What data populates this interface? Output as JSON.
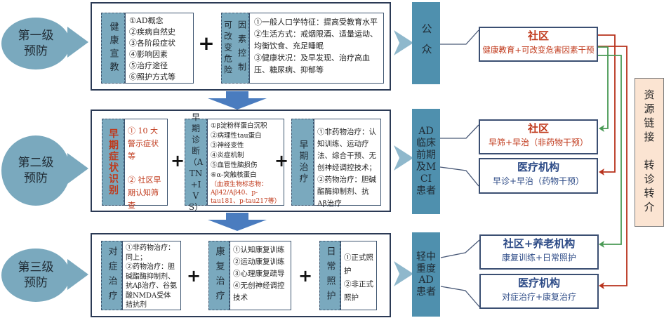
{
  "levels": [
    {
      "name": "第一级\n预防",
      "line1": "第一级",
      "line2": "预防",
      "blocks": [
        {
          "label": "健康宣教",
          "items": [
            "①AD概念",
            "②疾病自然史",
            "③各阶段症状",
            "④影响因素",
            "⑤治疗途径",
            "⑥照护方式等"
          ]
        },
        {
          "label_col1": "可改变危险",
          "label_col2": "因素控制",
          "items": [
            "①一般人口学特征：提高受教育水平",
            "②生活方式：戒烟限酒、适量运动、均衡饮食、充足睡眠",
            "③健康状况：及早发现、治疗高血压、糖尿病、抑郁等"
          ]
        }
      ],
      "target": "公众"
    },
    {
      "line1": "第二级",
      "line2": "预防",
      "blocks": [
        {
          "label": "早期症状识别",
          "items": [
            "① 10 大警示症状等",
            "② 社区早期认知筛查"
          ]
        },
        {
          "label": "早期诊断（ATN+IVS）",
          "items": [
            "①β淀粉样蛋白沉积",
            "②病理性tau蛋白",
            "③神经变性",
            "④炎症机制",
            "⑤血管性脑损伤",
            "⑥α-突触核蛋白"
          ],
          "note": "（血液生物标志物：Aβ42/Aβ40、p-tau181、p-tau217等）"
        },
        {
          "label": "早期治疗",
          "items": [
            "①非药物治疗：认知训练、运动疗法、综合干预、无创神经调控技术；",
            "②药物治疗：胆碱酯酶抑制剂、抗Aβ治疗"
          ]
        }
      ],
      "target": "AD临床前期及MCI患者"
    },
    {
      "line1": "第三级",
      "line2": "预防",
      "blocks": [
        {
          "label": "对症治疗",
          "items": [
            "①非药物治疗：同上；",
            "②药物治疗：胆碱酯酶抑制剂、抗Aβ治疗、谷氨酸NMDA受体拮抗剂"
          ]
        },
        {
          "label": "康复治疗",
          "items": [
            "①认知康复训练",
            "②运动康复训练",
            "③心理康复疏导",
            "④无创神经调控技术"
          ]
        },
        {
          "label": "日常照护",
          "items": [
            "①正式照护",
            "②非正式照护"
          ]
        }
      ],
      "target": "轻中重度AD患者"
    }
  ],
  "destinations": [
    {
      "title": "社区",
      "subtitle": "健康教育+可改变危害因素干预",
      "style": "orange"
    },
    {
      "title": "社区",
      "subtitle": "早筛+早治（非药物干预）",
      "style": "orange"
    },
    {
      "title": "医疗机构",
      "subtitle": "早诊+早治（药物干预）",
      "style": "navy"
    },
    {
      "title": "社区+养老机构",
      "subtitle": "康复训练+日常照护",
      "style": "navy"
    },
    {
      "title": "医疗机构",
      "subtitle": "对症治疗+康复治疗",
      "style": "navy"
    }
  ],
  "side_panel": {
    "text": "资源链接　转诊转介"
  },
  "plus_symbol": "+",
  "colors": {
    "bubble": "#7aa9be",
    "target": "#4f90ae",
    "orange": "#c0391b",
    "navy": "#2c4a86",
    "green_line": "#4a9a55",
    "red_line": "#b8321c",
    "side_bg": "#fbe4d2"
  }
}
